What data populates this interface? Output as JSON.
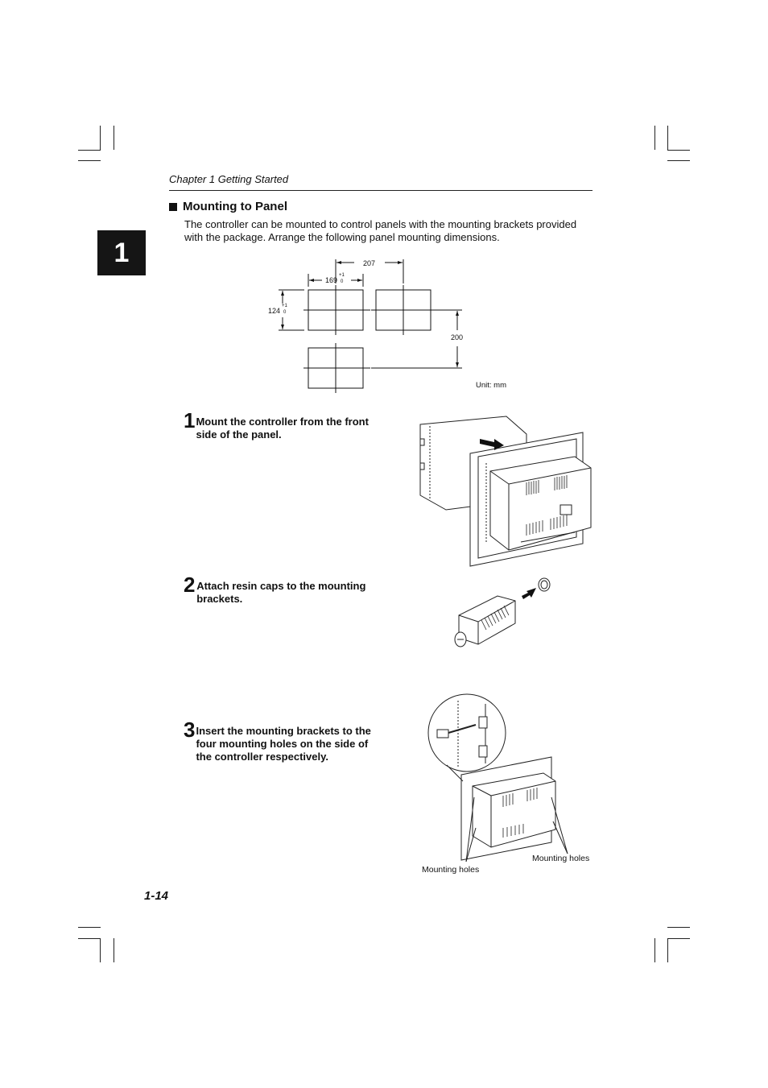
{
  "chapter_tab": "1",
  "header": {
    "chapter": "Chapter 1  Getting Started"
  },
  "section": {
    "title": "Mounting to Panel",
    "intro": "The controller can be mounted to control panels with the mounting brackets provided with the package. Arrange the following panel mounting dimensions."
  },
  "dimensions": {
    "pitch": "207",
    "cut_width": "169",
    "cut_width_tol_upper": "+1",
    "cut_width_tol_lower": "0",
    "cut_height": "124",
    "cut_height_tol_upper": "+1",
    "cut_height_tol_lower": "0",
    "vertical_pitch": "200",
    "unit": "Unit: mm"
  },
  "steps": [
    {
      "num": "1",
      "text": "Mount the controller from the front side of the panel."
    },
    {
      "num": "2",
      "text": "Attach resin caps to the mounting brackets."
    },
    {
      "num": "3",
      "text": "Insert the mounting brackets to the four mounting holes on the side of the controller respectively."
    }
  ],
  "figure3": {
    "label_left": "Mounting holes",
    "label_right": "Mounting holes"
  },
  "page_number": "1-14"
}
